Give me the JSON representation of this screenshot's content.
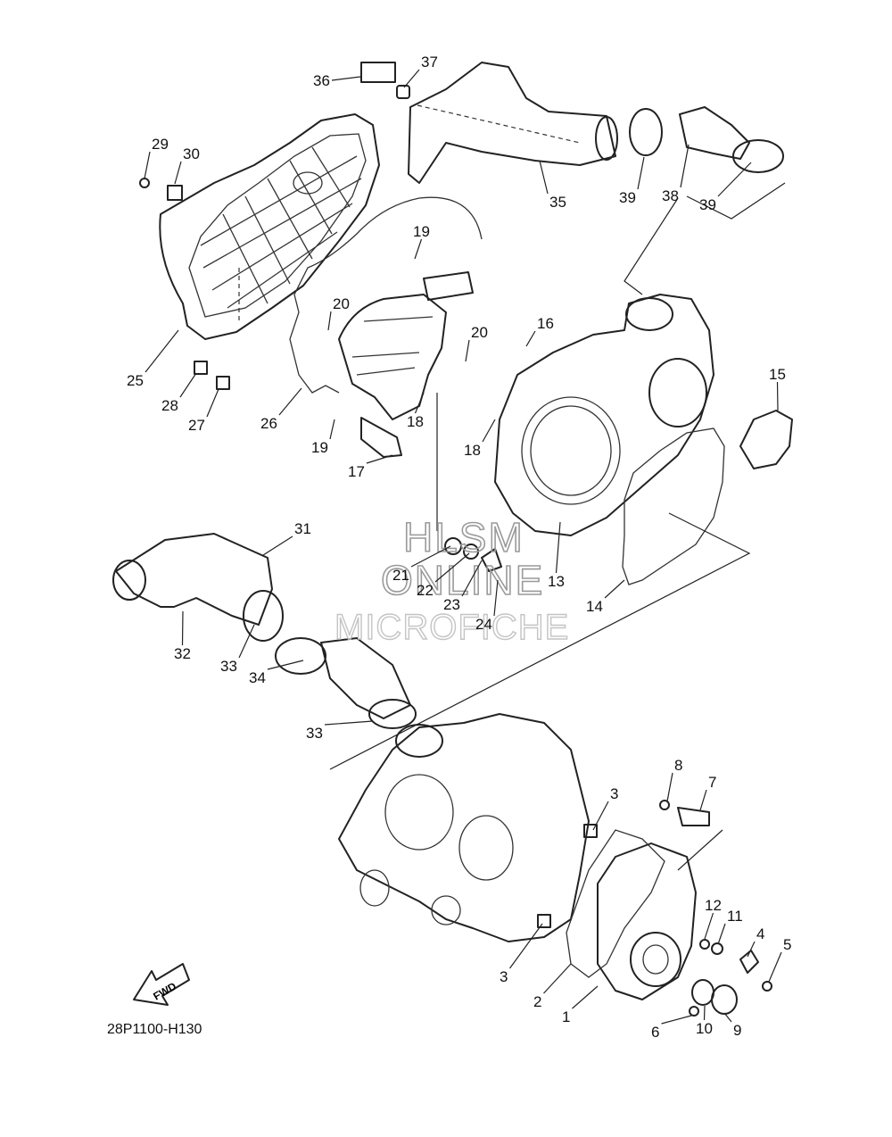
{
  "diagram": {
    "code": "28P1100-H130",
    "fwd_label": "FWD",
    "watermark": [
      "HLSM",
      "ONLINE",
      "MICROFICHE"
    ],
    "callouts": [
      {
        "n": "1",
        "id": "c1"
      },
      {
        "n": "2",
        "id": "c2"
      },
      {
        "n": "3",
        "id": "c3a"
      },
      {
        "n": "3",
        "id": "c3b"
      },
      {
        "n": "4",
        "id": "c4"
      },
      {
        "n": "5",
        "id": "c5"
      },
      {
        "n": "6",
        "id": "c6"
      },
      {
        "n": "7",
        "id": "c7"
      },
      {
        "n": "8",
        "id": "c8"
      },
      {
        "n": "9",
        "id": "c9"
      },
      {
        "n": "10",
        "id": "c10"
      },
      {
        "n": "11",
        "id": "c11"
      },
      {
        "n": "12",
        "id": "c12"
      },
      {
        "n": "13",
        "id": "c13"
      },
      {
        "n": "14",
        "id": "c14"
      },
      {
        "n": "15",
        "id": "c15"
      },
      {
        "n": "16",
        "id": "c16"
      },
      {
        "n": "17",
        "id": "c17"
      },
      {
        "n": "18",
        "id": "c18a"
      },
      {
        "n": "18",
        "id": "c18b"
      },
      {
        "n": "19",
        "id": "c19a"
      },
      {
        "n": "19",
        "id": "c19b"
      },
      {
        "n": "20",
        "id": "c20a"
      },
      {
        "n": "20",
        "id": "c20b"
      },
      {
        "n": "21",
        "id": "c21"
      },
      {
        "n": "22",
        "id": "c22"
      },
      {
        "n": "23",
        "id": "c23"
      },
      {
        "n": "24",
        "id": "c24"
      },
      {
        "n": "25",
        "id": "c25"
      },
      {
        "n": "26",
        "id": "c26"
      },
      {
        "n": "27",
        "id": "c27"
      },
      {
        "n": "28",
        "id": "c28"
      },
      {
        "n": "29",
        "id": "c29"
      },
      {
        "n": "30",
        "id": "c30"
      },
      {
        "n": "31",
        "id": "c31"
      },
      {
        "n": "32",
        "id": "c32"
      },
      {
        "n": "33",
        "id": "c33a"
      },
      {
        "n": "33",
        "id": "c33b"
      },
      {
        "n": "34",
        "id": "c34"
      },
      {
        "n": "35",
        "id": "c35"
      },
      {
        "n": "36",
        "id": "c36"
      },
      {
        "n": "37",
        "id": "c37"
      },
      {
        "n": "38",
        "id": "c38"
      },
      {
        "n": "39",
        "id": "c39a"
      },
      {
        "n": "39",
        "id": "c39b"
      }
    ]
  }
}
